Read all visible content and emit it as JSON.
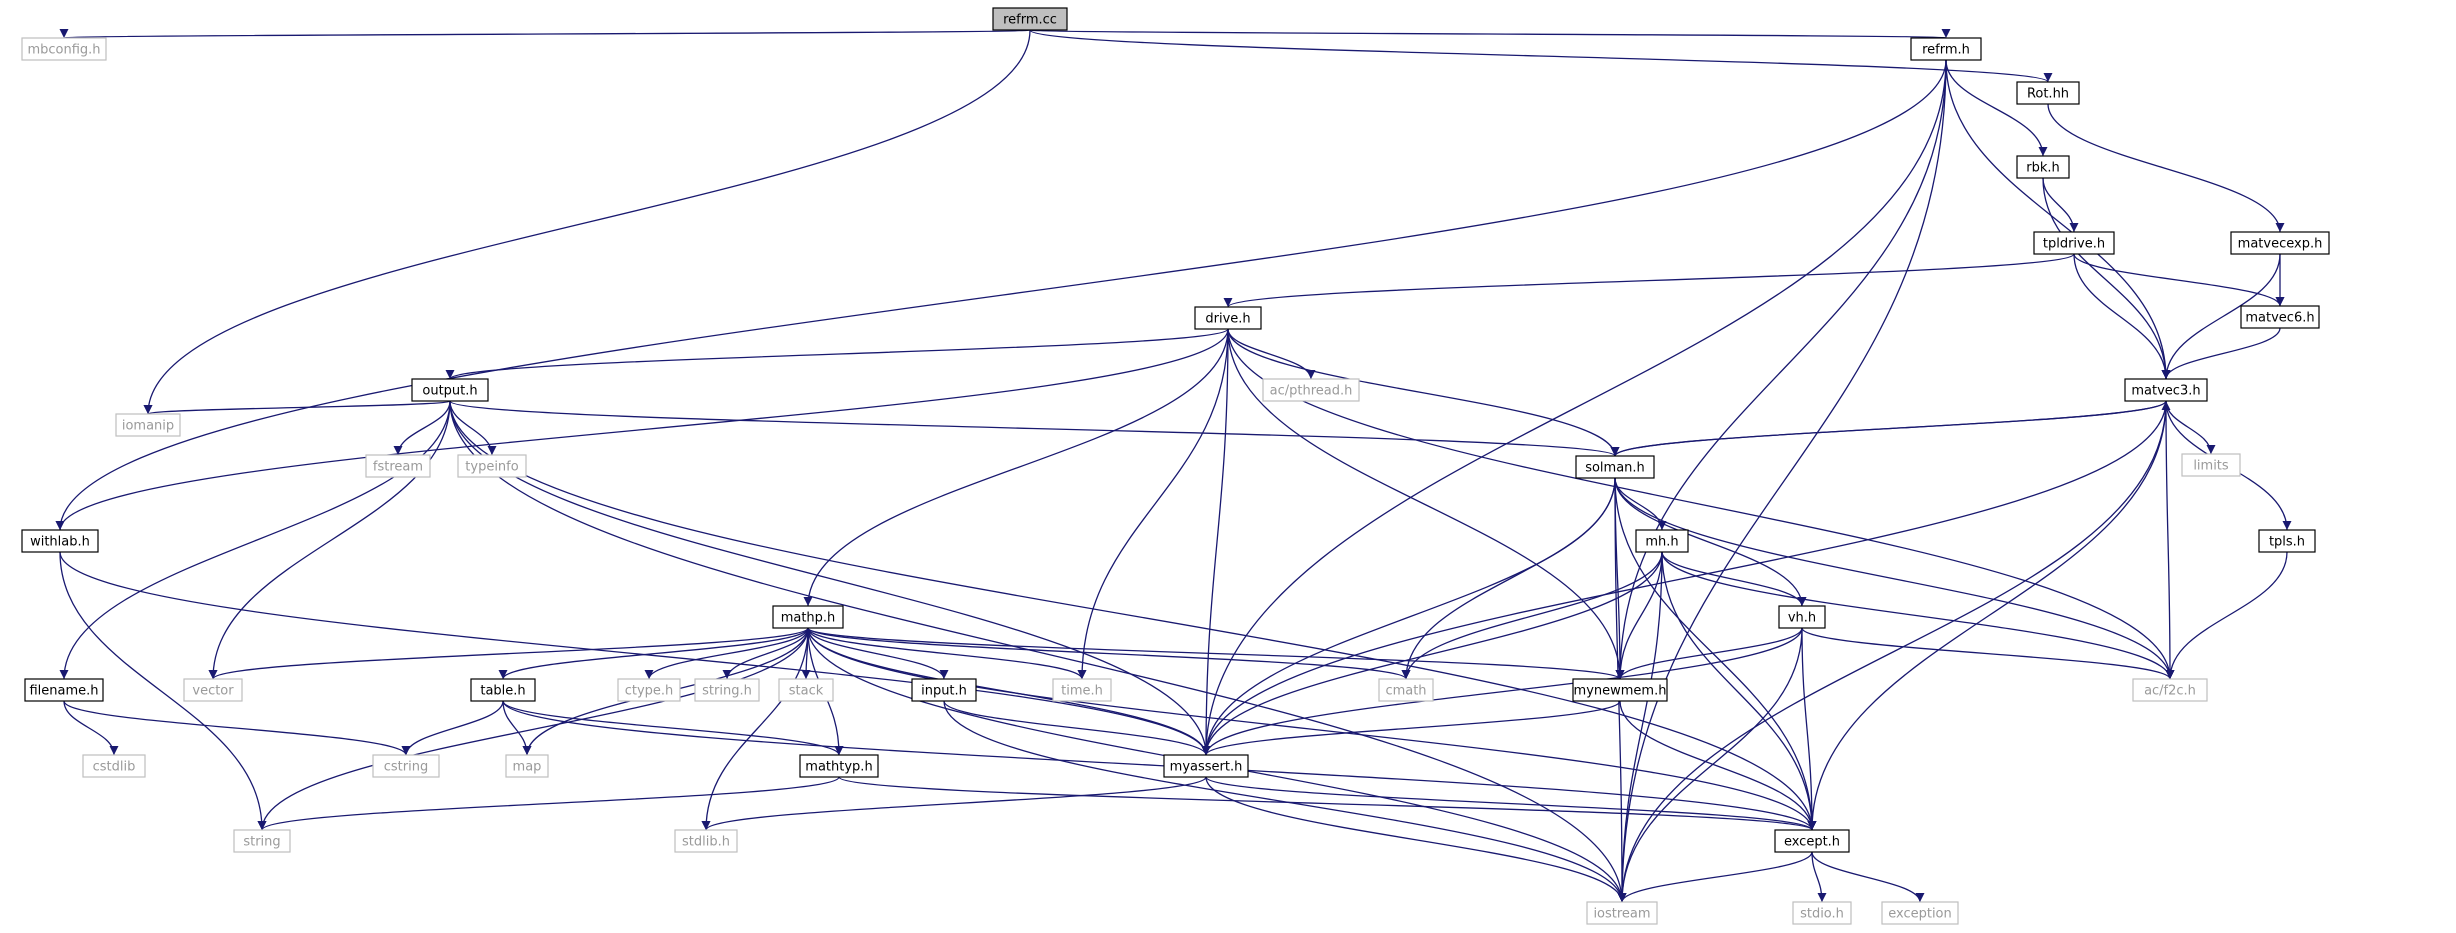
{
  "diagram": {
    "colors": {
      "edge": "#191970",
      "root_fill": "#bfbfbf",
      "internal_border": "#000000",
      "external_border": "#bfbfbf",
      "external_text": "#9a9a9a"
    },
    "nodes": [
      {
        "id": "refrm_cc",
        "label": "refrm.cc",
        "kind": "root"
      },
      {
        "id": "mbconfig_h",
        "label": "mbconfig.h",
        "kind": "external"
      },
      {
        "id": "iomanip",
        "label": "iomanip",
        "kind": "external"
      },
      {
        "id": "refrm_h",
        "label": "refrm.h",
        "kind": "internal"
      },
      {
        "id": "rot_hh",
        "label": "Rot.hh",
        "kind": "internal"
      },
      {
        "id": "rbk_h",
        "label": "rbk.h",
        "kind": "internal"
      },
      {
        "id": "matvecexp_h",
        "label": "matvecexp.h",
        "kind": "internal"
      },
      {
        "id": "tpldrive_h",
        "label": "tpldrive.h",
        "kind": "internal"
      },
      {
        "id": "drive_h",
        "label": "drive.h",
        "kind": "internal"
      },
      {
        "id": "matvec6_h",
        "label": "matvec6.h",
        "kind": "internal"
      },
      {
        "id": "matvec3_h",
        "label": "matvec3.h",
        "kind": "internal"
      },
      {
        "id": "output_h",
        "label": "output.h",
        "kind": "internal"
      },
      {
        "id": "ac_pthread_h",
        "label": "ac/pthread.h",
        "kind": "external"
      },
      {
        "id": "fstream",
        "label": "fstream",
        "kind": "external"
      },
      {
        "id": "typeinfo",
        "label": "typeinfo",
        "kind": "external"
      },
      {
        "id": "limits",
        "label": "limits",
        "kind": "external"
      },
      {
        "id": "solman_h",
        "label": "solman.h",
        "kind": "internal"
      },
      {
        "id": "withlab_h",
        "label": "withlab.h",
        "kind": "internal"
      },
      {
        "id": "tpls_h",
        "label": "tpls.h",
        "kind": "internal"
      },
      {
        "id": "mh_h",
        "label": "mh.h",
        "kind": "internal"
      },
      {
        "id": "mathp_h",
        "label": "mathp.h",
        "kind": "internal"
      },
      {
        "id": "vh_h",
        "label": "vh.h",
        "kind": "internal"
      },
      {
        "id": "filename_h",
        "label": "filename.h",
        "kind": "internal"
      },
      {
        "id": "vector",
        "label": "vector",
        "kind": "external"
      },
      {
        "id": "table_h",
        "label": "table.h",
        "kind": "internal"
      },
      {
        "id": "ctype_h",
        "label": "ctype.h",
        "kind": "external"
      },
      {
        "id": "string_h",
        "label": "string.h",
        "kind": "external"
      },
      {
        "id": "stack",
        "label": "stack",
        "kind": "external"
      },
      {
        "id": "input_h",
        "label": "input.h",
        "kind": "internal"
      },
      {
        "id": "time_h",
        "label": "time.h",
        "kind": "external"
      },
      {
        "id": "cmath",
        "label": "cmath",
        "kind": "external"
      },
      {
        "id": "mynewmem_h",
        "label": "mynewmem.h",
        "kind": "internal"
      },
      {
        "id": "ac_f2c_h",
        "label": "ac/f2c.h",
        "kind": "external"
      },
      {
        "id": "cstdlib",
        "label": "cstdlib",
        "kind": "external"
      },
      {
        "id": "cstring",
        "label": "cstring",
        "kind": "external"
      },
      {
        "id": "map",
        "label": "map",
        "kind": "external"
      },
      {
        "id": "mathtyp_h",
        "label": "mathtyp.h",
        "kind": "internal"
      },
      {
        "id": "myassert_h",
        "label": "myassert.h",
        "kind": "internal"
      },
      {
        "id": "string",
        "label": "string",
        "kind": "external"
      },
      {
        "id": "stdlib_h",
        "label": "stdlib.h",
        "kind": "external"
      },
      {
        "id": "except_h",
        "label": "except.h",
        "kind": "internal"
      },
      {
        "id": "stdio_h",
        "label": "stdio.h",
        "kind": "external"
      },
      {
        "id": "exception",
        "label": "exception",
        "kind": "external"
      },
      {
        "id": "iostream",
        "label": "iostream",
        "kind": "external"
      }
    ],
    "edges": [
      [
        "refrm_cc",
        "mbconfig_h"
      ],
      [
        "refrm_cc",
        "iomanip"
      ],
      [
        "refrm_cc",
        "refrm_h"
      ],
      [
        "refrm_cc",
        "rot_hh"
      ],
      [
        "refrm_h",
        "withlab_h"
      ],
      [
        "refrm_h",
        "myassert_h"
      ],
      [
        "refrm_h",
        "mynewmem_h"
      ],
      [
        "refrm_h",
        "rbk_h"
      ],
      [
        "refrm_h",
        "matvec3_h"
      ],
      [
        "refrm_h",
        "iostream"
      ],
      [
        "rot_hh",
        "matvecexp_h"
      ],
      [
        "rbk_h",
        "tpldrive_h"
      ],
      [
        "rbk_h",
        "matvec3_h"
      ],
      [
        "tpldrive_h",
        "drive_h"
      ],
      [
        "tpldrive_h",
        "matvec6_h"
      ],
      [
        "tpldrive_h",
        "matvec3_h"
      ],
      [
        "matvecexp_h",
        "matvec6_h"
      ],
      [
        "matvecexp_h",
        "matvec3_h"
      ],
      [
        "matvec6_h",
        "matvec3_h"
      ],
      [
        "drive_h",
        "output_h"
      ],
      [
        "drive_h",
        "ac_pthread_h"
      ],
      [
        "drive_h",
        "solman_h"
      ],
      [
        "drive_h",
        "mathp_h"
      ],
      [
        "drive_h",
        "time_h"
      ],
      [
        "drive_h",
        "myassert_h"
      ],
      [
        "drive_h",
        "mynewmem_h"
      ],
      [
        "drive_h",
        "ac_f2c_h"
      ],
      [
        "drive_h",
        "withlab_h"
      ],
      [
        "matvec3_h",
        "solman_h"
      ],
      [
        "matvec3_h",
        "limits"
      ],
      [
        "matvec3_h",
        "tpls_h"
      ],
      [
        "matvec3_h",
        "ac_f2c_h"
      ],
      [
        "matvec3_h",
        "except_h"
      ],
      [
        "matvec3_h",
        "myassert_h"
      ],
      [
        "matvec3_h",
        "iostream"
      ],
      [
        "output_h",
        "iomanip"
      ],
      [
        "output_h",
        "fstream"
      ],
      [
        "output_h",
        "typeinfo"
      ],
      [
        "output_h",
        "solman_h"
      ],
      [
        "output_h",
        "filename_h"
      ],
      [
        "output_h",
        "vector"
      ],
      [
        "output_h",
        "myassert_h"
      ],
      [
        "output_h",
        "iostream"
      ],
      [
        "output_h",
        "except_h"
      ],
      [
        "solman_h",
        "matvec3_h"
      ],
      [
        "solman_h",
        "mh_h"
      ],
      [
        "solman_h",
        "vh_h"
      ],
      [
        "solman_h",
        "mynewmem_h"
      ],
      [
        "solman_h",
        "myassert_h"
      ],
      [
        "solman_h",
        "cmath"
      ],
      [
        "solman_h",
        "ac_f2c_h"
      ],
      [
        "solman_h",
        "except_h"
      ],
      [
        "solman_h",
        "iostream"
      ],
      [
        "tpls_h",
        "ac_f2c_h"
      ],
      [
        "withlab_h",
        "myassert_h"
      ],
      [
        "withlab_h",
        "string"
      ],
      [
        "mh_h",
        "vh_h"
      ],
      [
        "mh_h",
        "mynewmem_h"
      ],
      [
        "mh_h",
        "cmath"
      ],
      [
        "mh_h",
        "ac_f2c_h"
      ],
      [
        "mh_h",
        "myassert_h"
      ],
      [
        "mh_h",
        "except_h"
      ],
      [
        "mh_h",
        "iostream"
      ],
      [
        "vh_h",
        "mynewmem_h"
      ],
      [
        "vh_h",
        "ac_f2c_h"
      ],
      [
        "vh_h",
        "myassert_h"
      ],
      [
        "vh_h",
        "except_h"
      ],
      [
        "vh_h",
        "iostream"
      ],
      [
        "mathp_h",
        "vector"
      ],
      [
        "mathp_h",
        "table_h"
      ],
      [
        "mathp_h",
        "ctype_h"
      ],
      [
        "mathp_h",
        "string_h"
      ],
      [
        "mathp_h",
        "stack"
      ],
      [
        "mathp_h",
        "input_h"
      ],
      [
        "mathp_h",
        "time_h"
      ],
      [
        "mathp_h",
        "cmath"
      ],
      [
        "mathp_h",
        "mynewmem_h"
      ],
      [
        "mathp_h",
        "map"
      ],
      [
        "mathp_h",
        "mathtyp_h"
      ],
      [
        "mathp_h",
        "myassert_h"
      ],
      [
        "mathp_h",
        "string"
      ],
      [
        "mathp_h",
        "stdlib_h"
      ],
      [
        "mathp_h",
        "except_h"
      ],
      [
        "mathp_h",
        "iostream"
      ],
      [
        "filename_h",
        "cstdlib"
      ],
      [
        "filename_h",
        "cstring"
      ],
      [
        "table_h",
        "cstring"
      ],
      [
        "table_h",
        "map"
      ],
      [
        "table_h",
        "mathtyp_h"
      ],
      [
        "table_h",
        "except_h"
      ],
      [
        "input_h",
        "myassert_h"
      ],
      [
        "input_h",
        "iostream"
      ],
      [
        "mynewmem_h",
        "myassert_h"
      ],
      [
        "mynewmem_h",
        "except_h"
      ],
      [
        "mathtyp_h",
        "string"
      ],
      [
        "mathtyp_h",
        "except_h"
      ],
      [
        "myassert_h",
        "stdlib_h"
      ],
      [
        "myassert_h",
        "except_h"
      ],
      [
        "myassert_h",
        "iostream"
      ],
      [
        "except_h",
        "stdio_h"
      ],
      [
        "except_h",
        "exception"
      ],
      [
        "except_h",
        "iostream"
      ]
    ]
  }
}
